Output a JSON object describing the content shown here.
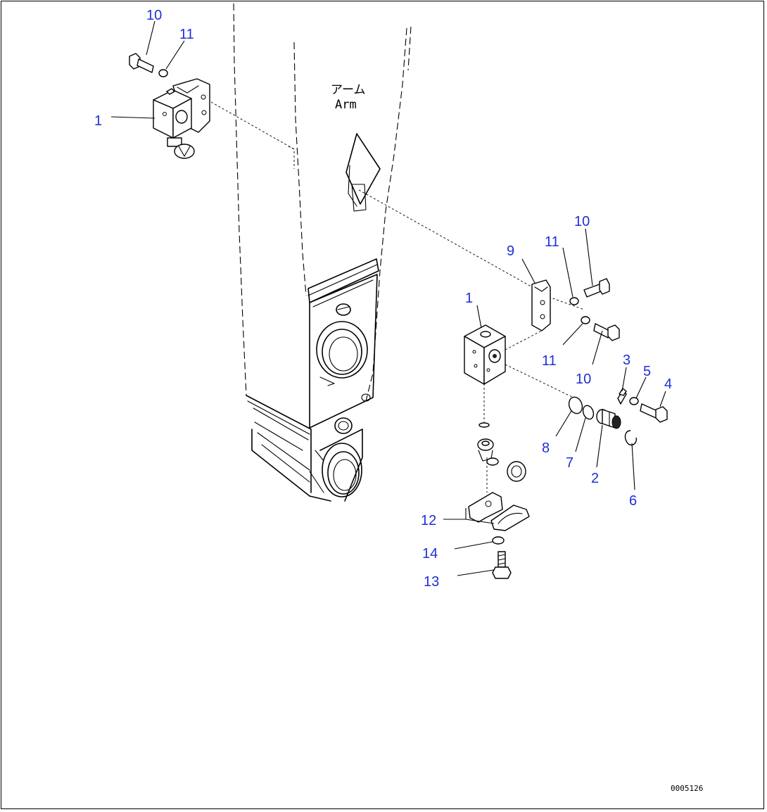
{
  "diagram": {
    "arm_label_jp": "アーム",
    "arm_label_en": "Arm",
    "drawing_code": "0005126"
  },
  "callouts": [
    {
      "id": "c1a",
      "text": "1"
    },
    {
      "id": "c10a",
      "text": "10"
    },
    {
      "id": "c11a",
      "text": "11"
    },
    {
      "id": "c1b",
      "text": "1"
    },
    {
      "id": "c9",
      "text": "9"
    },
    {
      "id": "c11b",
      "text": "11"
    },
    {
      "id": "c10b",
      "text": "10"
    },
    {
      "id": "c11c",
      "text": "11"
    },
    {
      "id": "c10c",
      "text": "10"
    },
    {
      "id": "c3",
      "text": "3"
    },
    {
      "id": "c5",
      "text": "5"
    },
    {
      "id": "c4",
      "text": "4"
    },
    {
      "id": "c8",
      "text": "8"
    },
    {
      "id": "c7",
      "text": "7"
    },
    {
      "id": "c2",
      "text": "2"
    },
    {
      "id": "c6",
      "text": "6"
    },
    {
      "id": "c12",
      "text": "12"
    },
    {
      "id": "c14",
      "text": "14"
    },
    {
      "id": "c13",
      "text": "13"
    }
  ],
  "colors": {
    "callout": "#1f2fd6",
    "linework": "#000000",
    "background": "#ffffff"
  }
}
